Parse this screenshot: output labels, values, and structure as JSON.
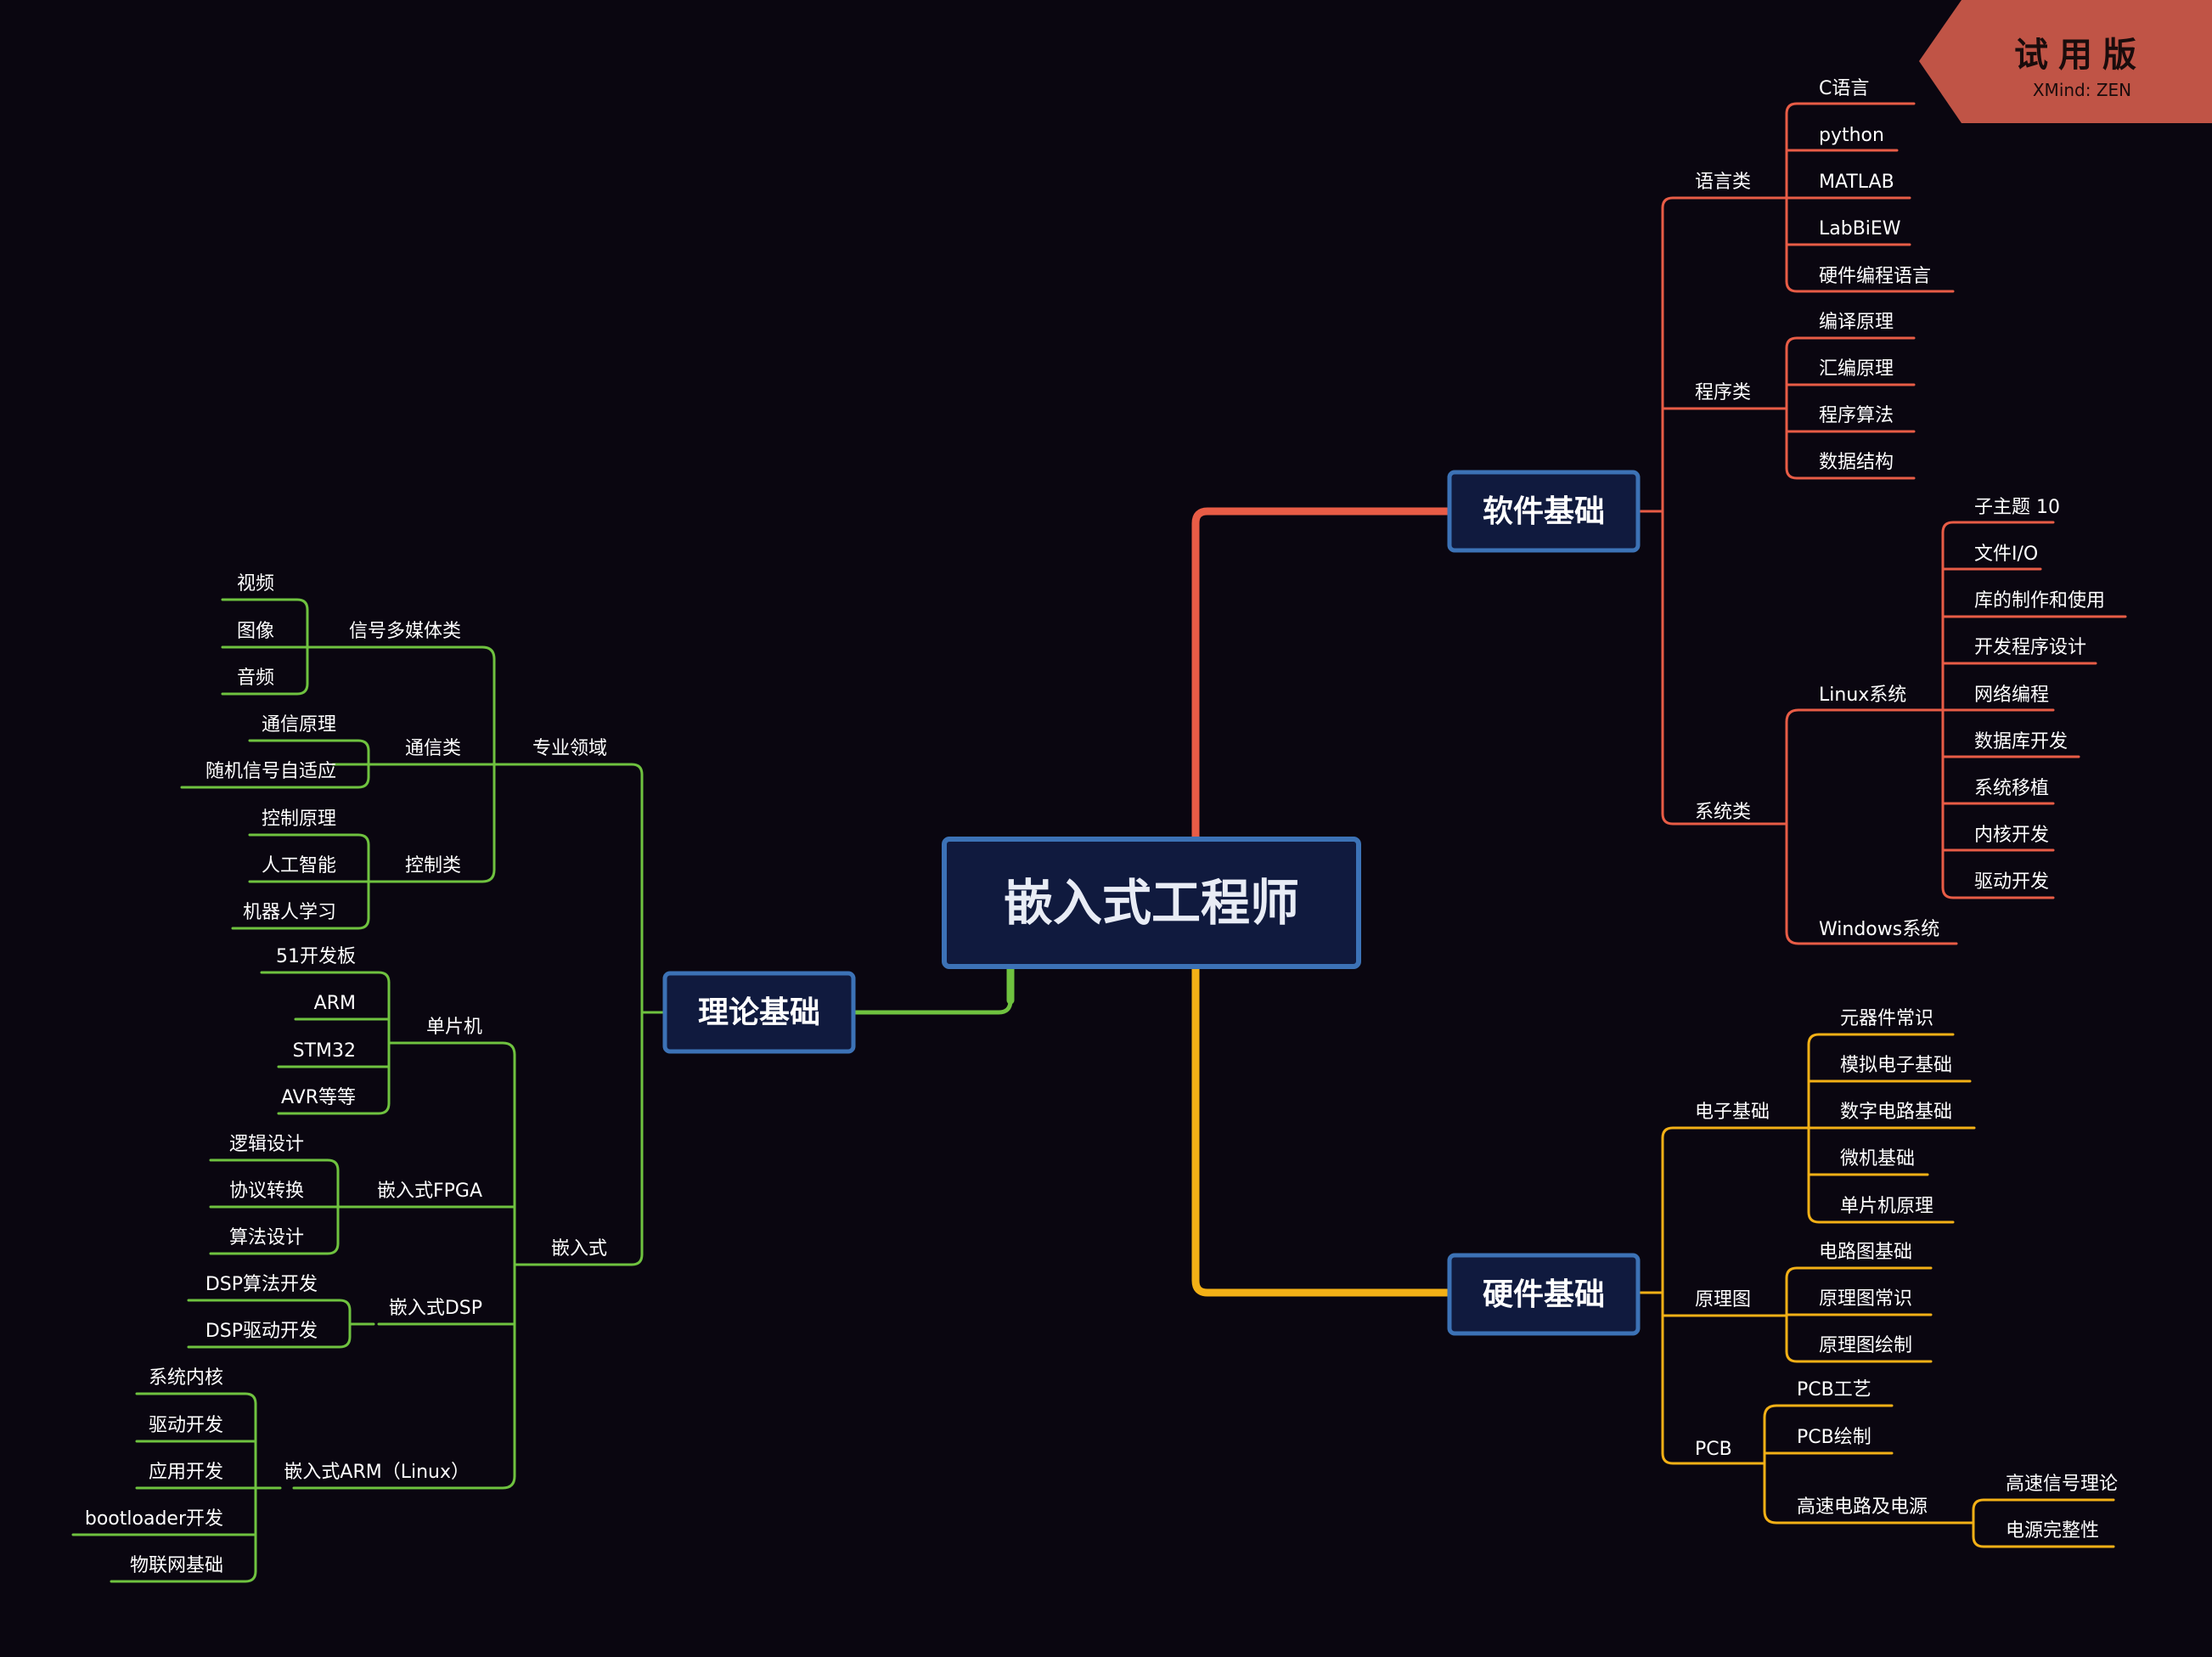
{
  "center": "嵌入式工程师",
  "watermark": {
    "title": "试用版",
    "subtitle": "XMind: ZEN"
  },
  "colors": {
    "software": "#e85c46",
    "hardware": "#f3b016",
    "theory": "#6fc23f",
    "node_fill": "#101a3e",
    "node_border": "#3c72b6",
    "watermark_bg": "#c05446"
  },
  "branches": {
    "software": {
      "label": "软件基础",
      "groups": {
        "lang": {
          "label": "语言类",
          "items": [
            "C语言",
            "python",
            "MATLAB",
            "LabBiEW",
            "硬件编程语言"
          ]
        },
        "prog": {
          "label": "程序类",
          "items": [
            "编译原理",
            "汇编原理",
            "程序算法",
            "数据结构"
          ]
        },
        "sys": {
          "label": "系统类",
          "linux": {
            "label": "Linux系统",
            "items": [
              "子主题 10",
              "文件I/O",
              "库的制作和使用",
              "开发程序设计",
              "网络编程",
              "数据库开发",
              "系统移植",
              "内核开发",
              "驱动开发"
            ]
          },
          "windows": "Windows系统"
        }
      }
    },
    "hardware": {
      "label": "硬件基础",
      "groups": {
        "elec": {
          "label": "电子基础",
          "items": [
            "元器件常识",
            "模拟电子基础",
            "数字电路基础",
            "微机基础",
            "单片机原理"
          ]
        },
        "sch": {
          "label": "原理图",
          "items": [
            "电路图基础",
            "原理图常识",
            "原理图绘制"
          ]
        },
        "pcb": {
          "label": "PCB",
          "items": [
            "PCB工艺",
            "PCB绘制"
          ],
          "hs": {
            "label": "高速电路及电源",
            "items": [
              "高速信号理论",
              "电源完整性"
            ]
          }
        }
      }
    },
    "theory": {
      "label": "理论基础",
      "groups": {
        "special": {
          "label": "专业领域",
          "media": {
            "label": "信号多媒体类",
            "items": [
              "视频",
              "图像",
              "音频"
            ]
          },
          "comm": {
            "label": "通信类",
            "items": [
              "通信原理",
              "随机信号自适应"
            ]
          },
          "ctrl": {
            "label": "控制类",
            "items": [
              "控制原理",
              "人工智能",
              "机器人学习"
            ]
          }
        },
        "embedded": {
          "label": "嵌入式",
          "mcu": {
            "label": "单片机",
            "items": [
              "51开发板",
              "ARM",
              "STM32",
              "AVR等等"
            ]
          },
          "fpga": {
            "label": "嵌入式FPGA",
            "items": [
              "逻辑设计",
              "协议转换",
              "算法设计"
            ]
          },
          "dsp": {
            "label": "嵌入式DSP",
            "items": [
              "DSP算法开发",
              "DSP驱动开发"
            ]
          },
          "arm": {
            "label": "嵌入式ARM（Linux）",
            "items": [
              "系统内核",
              "驱动开发",
              "应用开发",
              "bootloader开发",
              "物联网基础"
            ]
          }
        }
      }
    }
  }
}
